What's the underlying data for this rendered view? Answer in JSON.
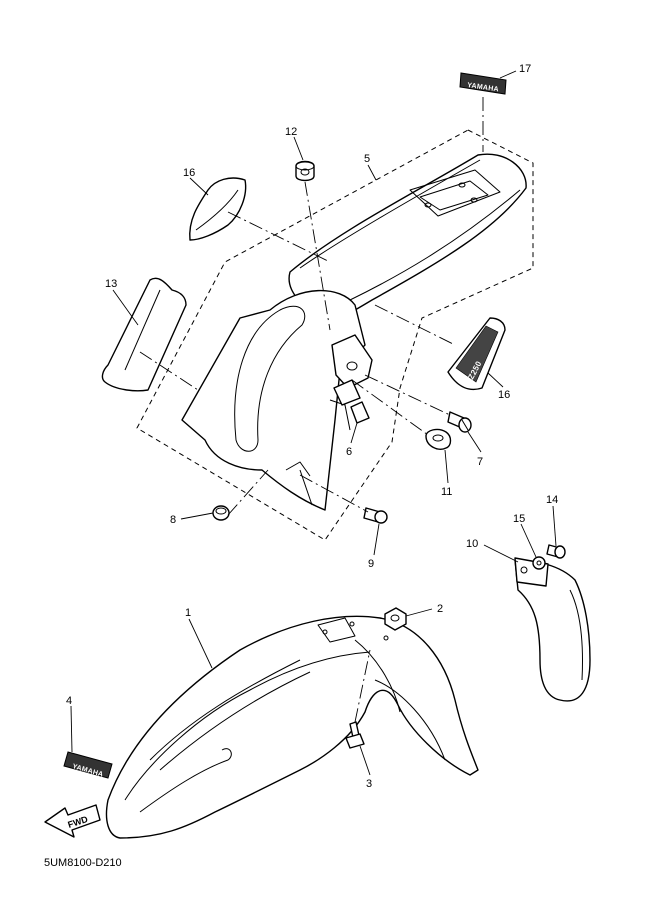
{
  "diagram": {
    "code": "5UM8100-D210",
    "decals": {
      "brand": "YAMAHA",
      "direction": "FWD",
      "side_graphic": "YZ250"
    },
    "callouts": [
      {
        "id": "c1",
        "label": "1"
      },
      {
        "id": "c2",
        "label": "2"
      },
      {
        "id": "c3",
        "label": "3"
      },
      {
        "id": "c4",
        "label": "4"
      },
      {
        "id": "c5",
        "label": "5"
      },
      {
        "id": "c6",
        "label": "6"
      },
      {
        "id": "c7",
        "label": "7"
      },
      {
        "id": "c8",
        "label": "8"
      },
      {
        "id": "c9",
        "label": "9"
      },
      {
        "id": "c10",
        "label": "10"
      },
      {
        "id": "c11",
        "label": "11"
      },
      {
        "id": "c12",
        "label": "12"
      },
      {
        "id": "c13",
        "label": "13"
      },
      {
        "id": "c14",
        "label": "14"
      },
      {
        "id": "c15",
        "label": "15"
      },
      {
        "id": "c16a",
        "label": "16"
      },
      {
        "id": "c16b",
        "label": "16"
      },
      {
        "id": "c17",
        "label": "17"
      }
    ]
  }
}
